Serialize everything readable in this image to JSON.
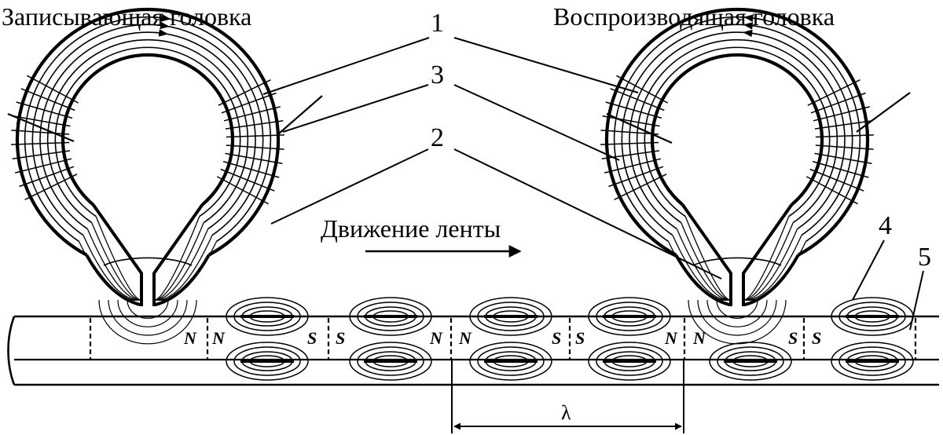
{
  "titles": {
    "record_head": "Записывающая головка",
    "play_head": "Воспроизводящая головка"
  },
  "motion_label": "Движение ленты",
  "wavelength_symbol": "λ",
  "callouts": [
    "1",
    "3",
    "2",
    "4",
    "5"
  ],
  "poles": [
    "N",
    "N",
    "S",
    "S",
    "N",
    "N",
    "S",
    "S",
    "N",
    "N",
    "S",
    "S"
  ],
  "colors": {
    "ink": "#000000",
    "paper": "#ffffff"
  },
  "icons": {
    "motion_arrow": "arrow-right-icon"
  }
}
